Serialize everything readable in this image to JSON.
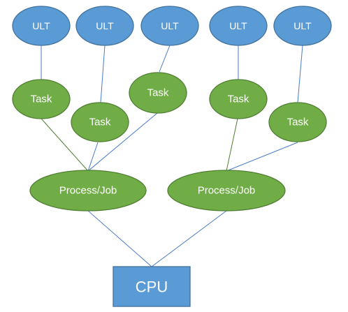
{
  "diagram": {
    "nodes": {
      "ult_1": {
        "label": "ULT"
      },
      "ult_2": {
        "label": "ULT"
      },
      "ult_3": {
        "label": "ULT"
      },
      "ult_4": {
        "label": "ULT"
      },
      "ult_5": {
        "label": "ULT"
      },
      "task_1": {
        "label": "Task"
      },
      "task_2": {
        "label": "Task"
      },
      "task_3": {
        "label": "Task"
      },
      "task_4": {
        "label": "Task"
      },
      "task_5": {
        "label": "Task"
      },
      "process_1": {
        "label": "Process/Job"
      },
      "process_2": {
        "label": "Process/Job"
      },
      "cpu": {
        "label": "CPU"
      }
    },
    "edges": [
      {
        "from": "ult_1",
        "to": "task_1"
      },
      {
        "from": "ult_2",
        "to": "task_2"
      },
      {
        "from": "ult_3",
        "to": "task_3"
      },
      {
        "from": "ult_4",
        "to": "task_4"
      },
      {
        "from": "ult_5",
        "to": "task_5"
      },
      {
        "from": "task_1",
        "to": "process_1"
      },
      {
        "from": "task_2",
        "to": "process_1"
      },
      {
        "from": "task_3",
        "to": "process_1"
      },
      {
        "from": "task_4",
        "to": "process_2"
      },
      {
        "from": "task_5",
        "to": "process_2"
      },
      {
        "from": "process_1",
        "to": "cpu"
      },
      {
        "from": "process_2",
        "to": "cpu"
      }
    ],
    "colors": {
      "ult_fill": "#5b9bd5",
      "task_fill": "#70ad47",
      "process_fill": "#70ad47",
      "cpu_fill": "#5b9bd5",
      "edge_blue": "#4a7cc7",
      "edge_green": "#507e32",
      "label_text": "#ffffff"
    }
  }
}
